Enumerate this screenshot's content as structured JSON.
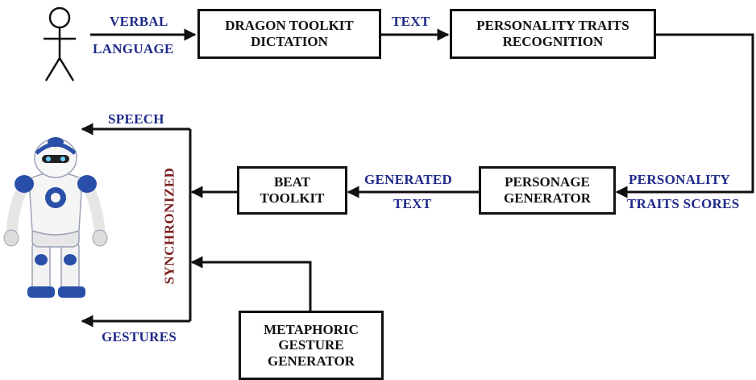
{
  "boxes": {
    "dragon": "DRAGON TOOLKIT\nDICTATION",
    "personality_recognition": "PERSONALITY TRAITS\nRECOGNITION",
    "personage": "PERSONAGE\nGENERATOR",
    "beat": "BEAT\nTOOLKIT",
    "metaphoric": "METAPHORIC\nGESTURE\nGENERATOR"
  },
  "labels": {
    "verbal": "VERBAL",
    "language": "LANGUAGE",
    "text": "TEXT",
    "personality": "PERSONALITY",
    "traits_scores": "TRAITS SCORES",
    "generated": "GENERATED",
    "generated_text": "TEXT",
    "speech": "SPEECH",
    "gestures": "GESTURES",
    "synchronized": "SYNCHRONIZED"
  },
  "colors": {
    "label_text": "#1f2a8a",
    "synchronized_text": "#7a1f1f",
    "line": "#111111",
    "robot_body": "#f2f2f2",
    "robot_accent": "#2a4fa8"
  }
}
